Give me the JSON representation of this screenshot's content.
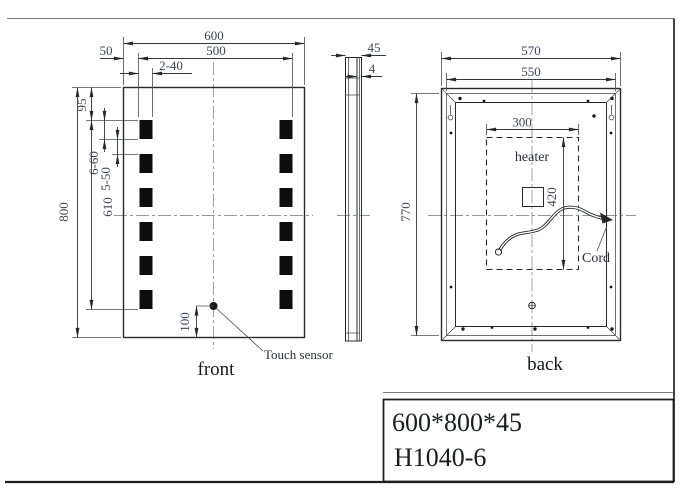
{
  "drawing": {
    "front": {
      "label": "front",
      "touch_sensor": "Touch sensor",
      "dim_width": "600",
      "dim_led_span": "500",
      "dim_led_inset": "50",
      "dim_led_width": "2-40",
      "dim_height": "800",
      "dim_top_offset": "95",
      "dim_strip": "6-60",
      "dim_gap": "5-50",
      "dim_strip_span": "610",
      "dim_sensor": "100"
    },
    "side": {
      "dim_depth": "45",
      "dim_glass": "4"
    },
    "back": {
      "label": "back",
      "heater": "heater",
      "cord": "Cord",
      "dim_outer_width": "570",
      "dim_inner_width": "550",
      "dim_height": "770",
      "dim_heater_width": "300",
      "dim_heater_height": "420"
    },
    "title_block": {
      "line1": "600*800*45",
      "line2": "H1040-6"
    }
  },
  "colors": {
    "line": "#26282b",
    "dim_text": "#3f4656",
    "label_text": "#15171a",
    "led_fill": "#0d0d0d",
    "background": "#ffffff"
  }
}
